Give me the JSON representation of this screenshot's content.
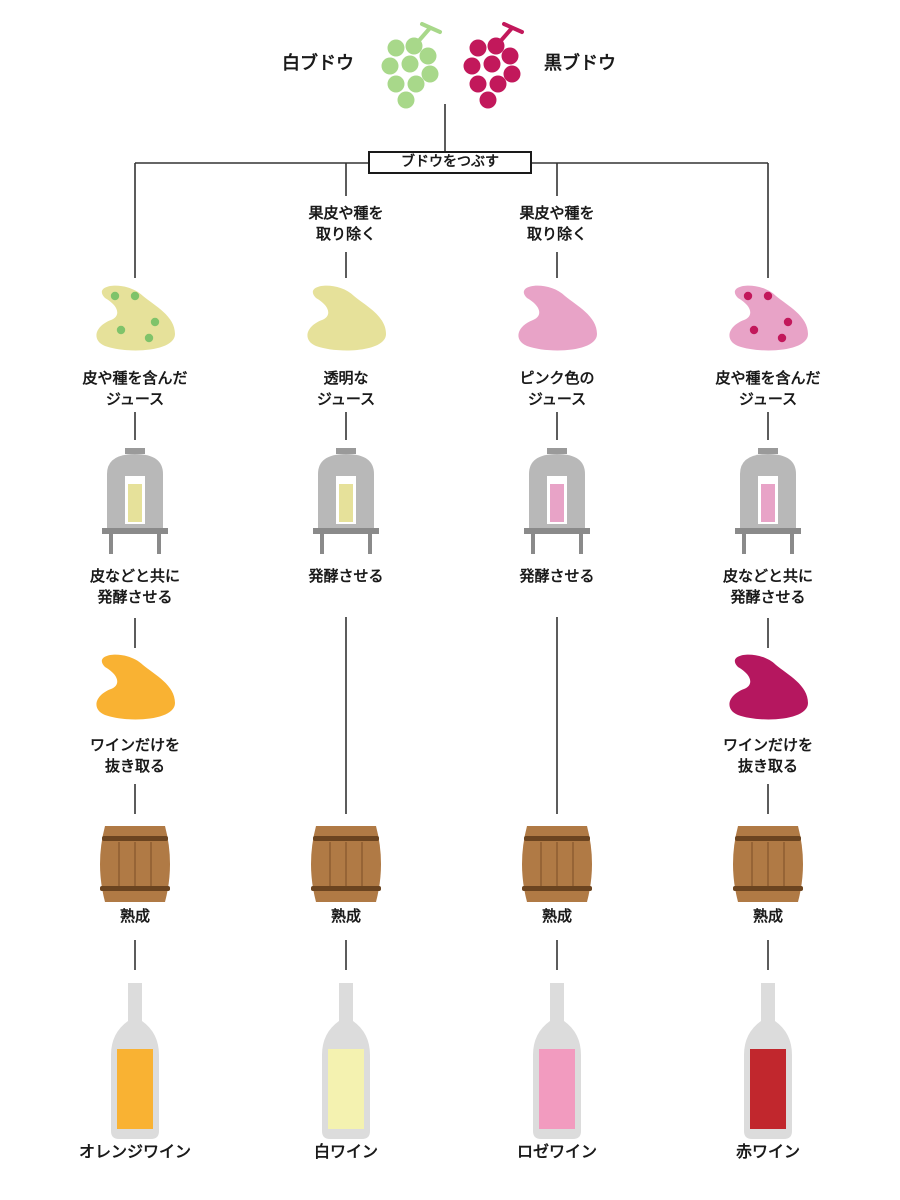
{
  "header": {
    "white_grape": "白ブドウ",
    "black_grape": "黒ブドウ",
    "crush_step": "ブドウをつぶす"
  },
  "colors": {
    "white_grape": "#a8d88a",
    "black_grape": "#c2185b",
    "juice_white": "#e6e19a",
    "juice_pink": "#e8a3c7",
    "orange_must": "#f9b233",
    "red_must": "#b5175f",
    "barrel": "#b07a45",
    "tank": "#b8b8b8",
    "bottle": "#dcdcdc",
    "orange_wine": "#f9b233",
    "white_wine": "#f4f2b0",
    "rose_wine": "#f29bbf",
    "red_wine": "#c1272d",
    "line": "#333333"
  },
  "columns": [
    {
      "remove_step": "",
      "juice_label": "皮や種を含んだ\nジュース",
      "juice_color": "juice_white",
      "juice_dots": "green",
      "tank_fill": "juice_white",
      "ferment_label": "皮などと共に\n発酵させる",
      "extract_label": "ワインだけを\n抜き取る",
      "extract_color": "orange_must",
      "aging_label": "熟成",
      "wine_label": "オレンジワイン",
      "wine_color": "orange_wine"
    },
    {
      "remove_step": "果皮や種を\n取り除く",
      "juice_label": "透明な\nジュース",
      "juice_color": "juice_white",
      "juice_dots": "",
      "tank_fill": "juice_white",
      "ferment_label": "発酵させる",
      "extract_label": "",
      "extract_color": "",
      "aging_label": "熟成",
      "wine_label": "白ワイン",
      "wine_color": "white_wine"
    },
    {
      "remove_step": "果皮や種を\n取り除く",
      "juice_label": "ピンク色の\nジュース",
      "juice_color": "juice_pink",
      "juice_dots": "",
      "tank_fill": "juice_pink",
      "ferment_label": "発酵させる",
      "extract_label": "",
      "extract_color": "",
      "aging_label": "熟成",
      "wine_label": "ロゼワイン",
      "wine_color": "rose_wine"
    },
    {
      "remove_step": "",
      "juice_label": "皮や種を含んだ\nジュース",
      "juice_color": "juice_pink",
      "juice_dots": "red",
      "tank_fill": "juice_pink",
      "ferment_label": "皮などと共に\n発酵させる",
      "extract_label": "ワインだけを\n抜き取る",
      "extract_color": "red_must",
      "aging_label": "熟成",
      "wine_label": "赤ワイン",
      "wine_color": "red_wine"
    }
  ]
}
